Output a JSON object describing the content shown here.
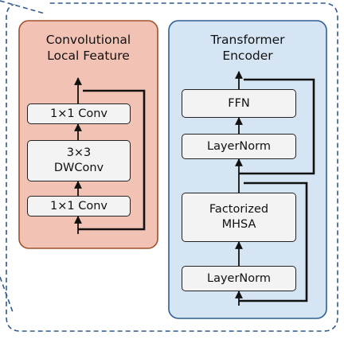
{
  "colors": {
    "outer_dash": "#2d5a8c",
    "conv_fill": "#f2c2b4",
    "conv_border": "#a0522d",
    "trans_fill": "#d6e5f4",
    "trans_border": "#2c5f94",
    "block_fill": "#f3f3f3",
    "arrow": "#111111"
  },
  "conv_panel": {
    "title_line1": "Convolutional",
    "title_line2": "Local Feature",
    "blocks": [
      {
        "label": "1×1  Conv"
      },
      {
        "label_line1": "3×3",
        "label_line2": "DWConv"
      },
      {
        "label": "1×1 Conv"
      }
    ]
  },
  "transformer_panel": {
    "title_line1": "Transformer",
    "title_line2": "Encoder",
    "blocks": [
      {
        "label": "FFN"
      },
      {
        "label": "LayerNorm"
      },
      {
        "label_line1": "Factorized",
        "label_line2": "MHSA"
      },
      {
        "label": "LayerNorm"
      }
    ]
  }
}
